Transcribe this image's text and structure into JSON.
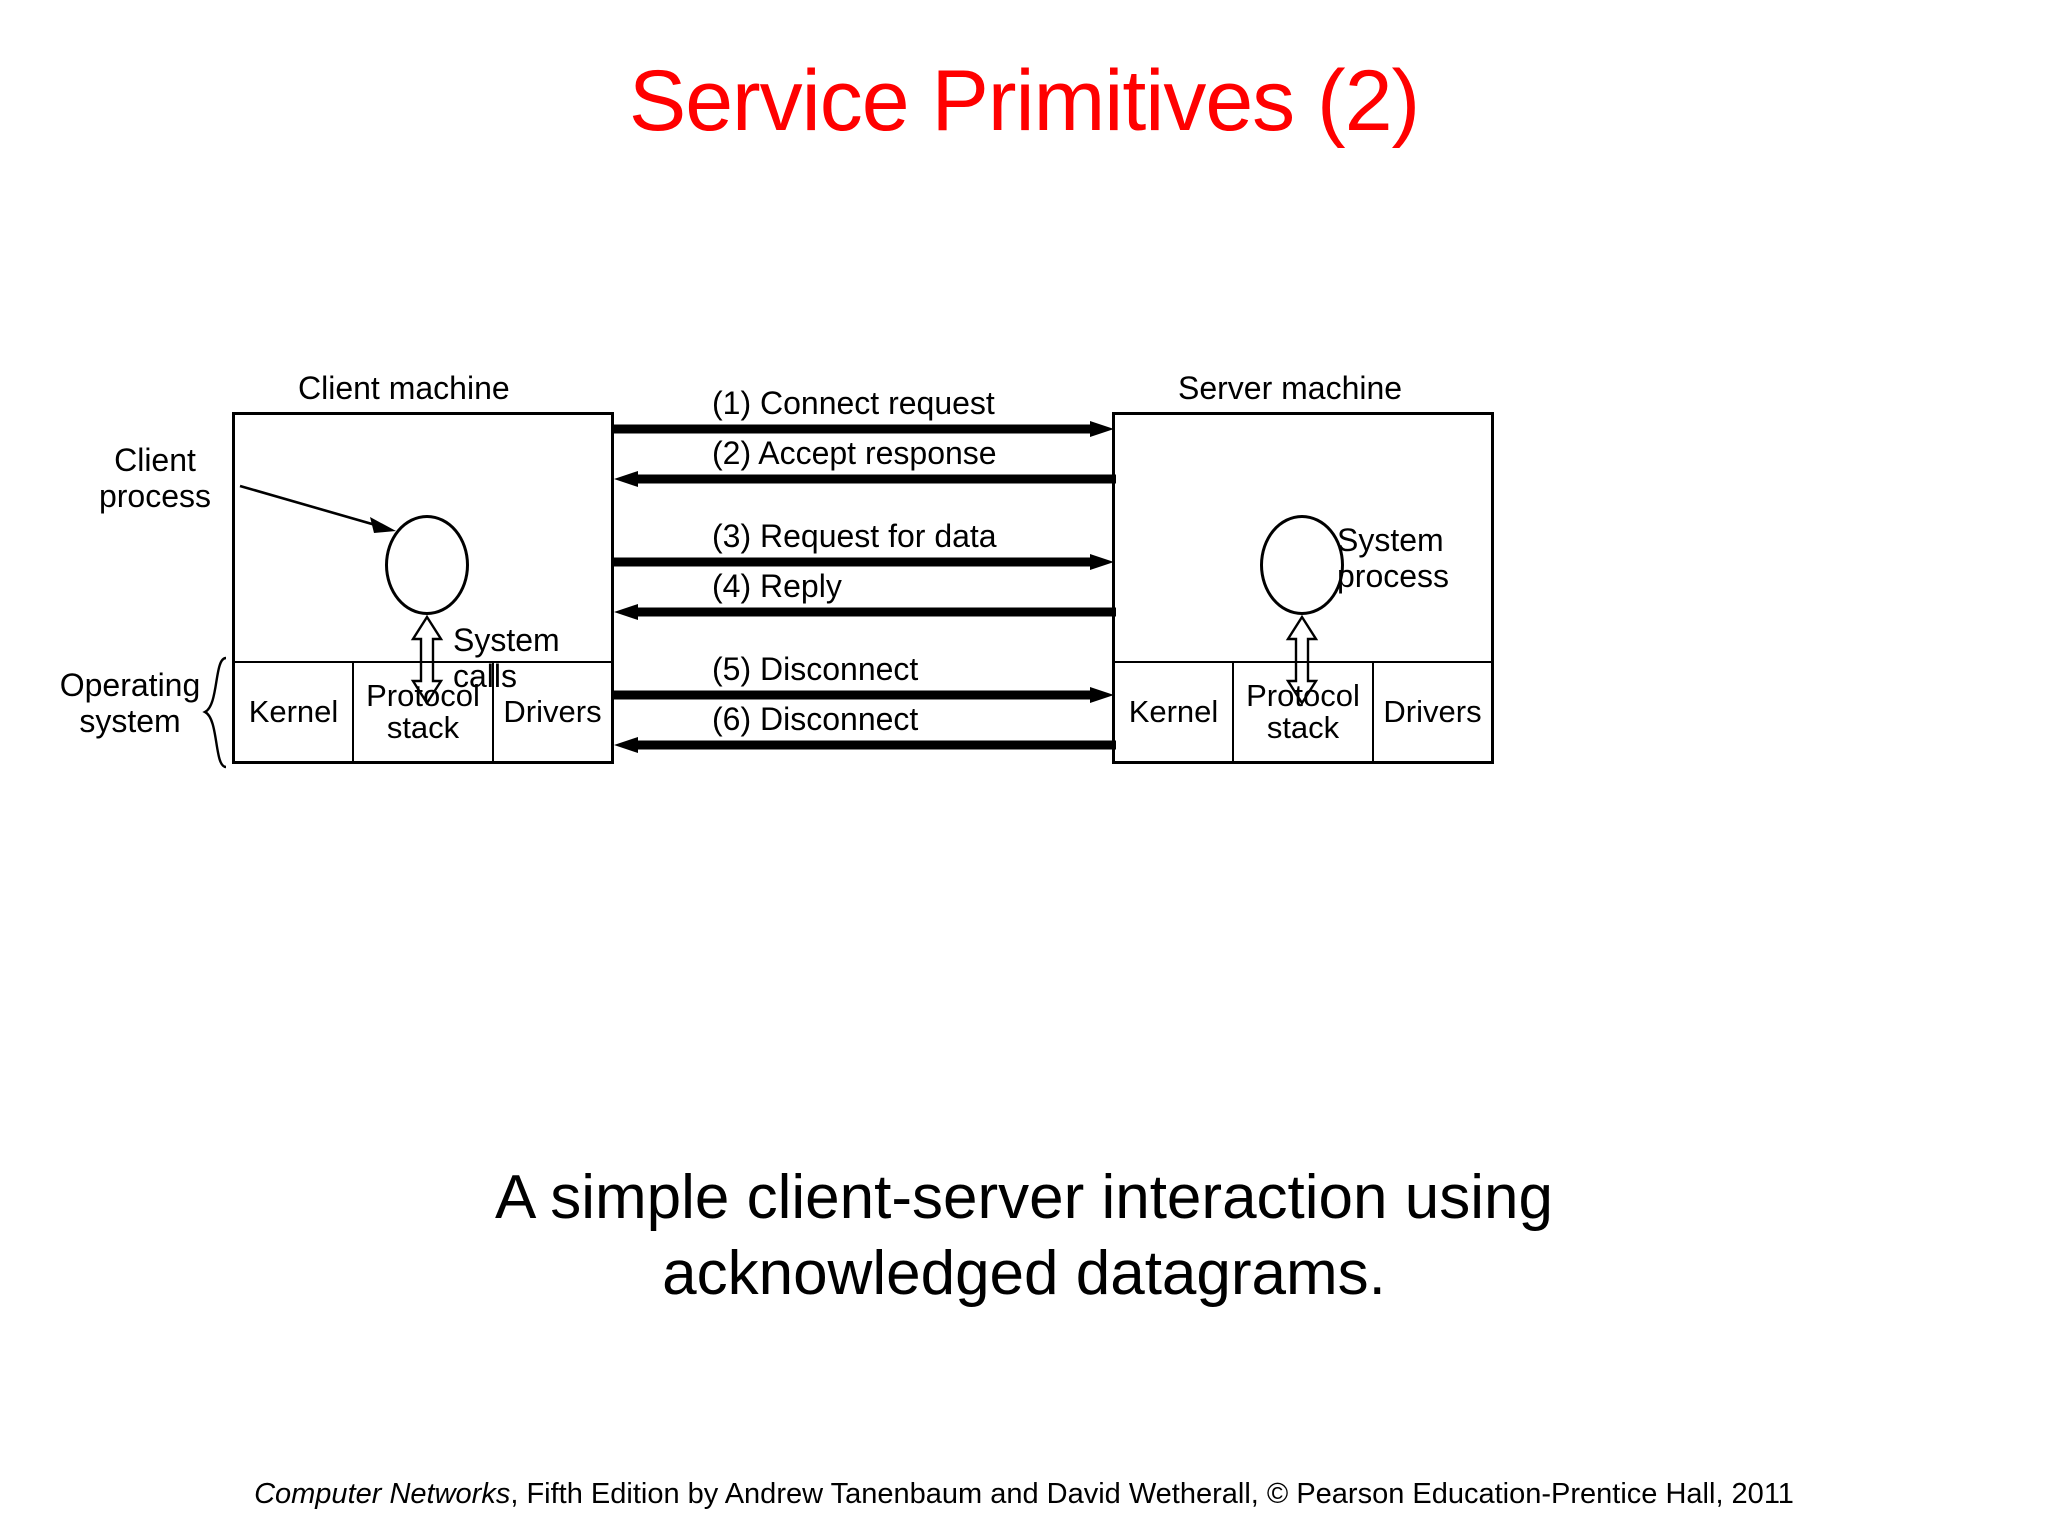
{
  "slide": {
    "title": "Service Primitives (2)",
    "title_color": "#ff0000",
    "caption_line1": "A simple client-server interaction using",
    "caption_line2": "acknowledged datagrams.",
    "footer": {
      "book": "Computer Networks",
      "rest": ", Fifth Edition by Andrew Tanenbaum and David Wetherall, © Pearson Education-Prentice Hall, 2011"
    }
  },
  "diagram": {
    "client": {
      "title": "Client machine",
      "process_label_line1": "Client",
      "process_label_line2": "process",
      "syscalls_line1": "System",
      "syscalls_line2": "calls",
      "os_label_line1": "Operating",
      "os_label_line2": "system",
      "os_cells": [
        "Kernel",
        "Protocol stack",
        "Drivers"
      ]
    },
    "server": {
      "title": "Server machine",
      "process_label_line1": "System",
      "process_label_line2": "process",
      "os_cells": [
        "Kernel",
        "Protocol stack",
        "Drivers"
      ]
    },
    "messages": [
      {
        "num": "(1)",
        "text": "(1) Connect request",
        "direction": "right"
      },
      {
        "num": "(2)",
        "text": "(2) Accept response",
        "direction": "left"
      },
      {
        "num": "(3)",
        "text": "(3) Request for data",
        "direction": "right"
      },
      {
        "num": "(4)",
        "text": "(4) Reply",
        "direction": "left"
      },
      {
        "num": "(5)",
        "text": "(5) Disconnect",
        "direction": "right"
      },
      {
        "num": "(6)",
        "text": "(6) Disconnect",
        "direction": "left"
      }
    ]
  }
}
